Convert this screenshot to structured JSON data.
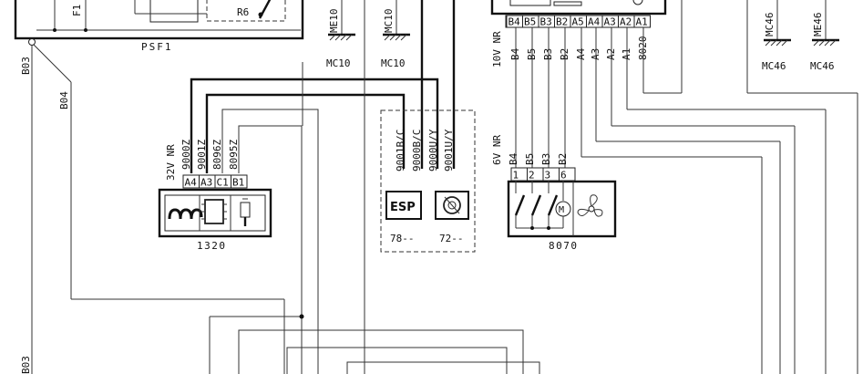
{
  "top": {
    "psf1": "PSF1",
    "f1": "F1",
    "r6": "R6",
    "me10a": "ME10",
    "me10b": "MC10",
    "mc10_left": "MC10",
    "mc10_right": "MC10",
    "mc46a_wire": "MC46",
    "mc46b_wire": "ME46",
    "mc46_left": "MC46",
    "mc46_right": "MC46",
    "b03": "B03",
    "b04": "B04",
    "b03_bottom": "B03"
  },
  "connector_top": {
    "pins": [
      "B4",
      "B5",
      "B3",
      "B2",
      "A5",
      "A4",
      "A3",
      "A2",
      "A1"
    ],
    "nr": "10V NR",
    "wires": [
      "B4",
      "B5",
      "B3",
      "B2",
      "A4",
      "A3",
      "A2",
      "A1",
      "8020"
    ]
  },
  "c1320": {
    "id": "1320",
    "nr": "32V NR",
    "wires": [
      "9000Z",
      "9001Z",
      "8096Z",
      "8095Z"
    ],
    "pins": [
      "A4",
      "A3",
      "C1",
      "B1"
    ]
  },
  "esp_block": {
    "wires": [
      "9001B/C",
      "9000B/C",
      "9000U/Y",
      "9001U/Y"
    ],
    "esp_label": "ESP",
    "esp_code": "78--",
    "abs_code": "72--"
  },
  "c8070": {
    "id": "8070",
    "nr": "6V NR",
    "wires": [
      "B4",
      "B5",
      "B3",
      "B2"
    ],
    "pins": [
      "1",
      "2",
      "3",
      "6"
    ],
    "motor": "M"
  }
}
